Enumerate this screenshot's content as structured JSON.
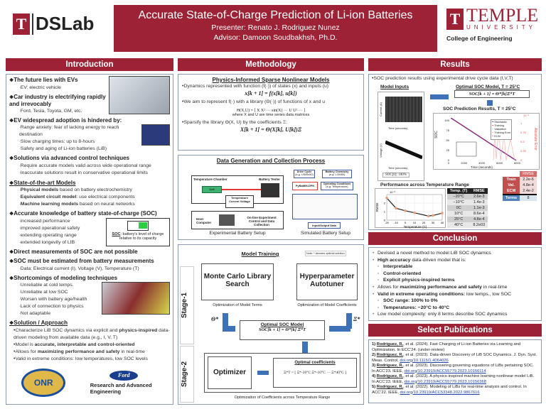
{
  "header": {
    "title": "Accurate State-of-Charge Prediction of Li-ion Batteries",
    "presenter": "Presenter: Renato J. Rodriguez Nunez",
    "advisor": "Advisor: Damoon Soudbakhsh, Ph.D.",
    "lab_logo": "DSLab",
    "university": "TEMPLE",
    "university_sub": "UNIVERSITY",
    "college": "College of Engineering",
    "brand_color": "#9d2235"
  },
  "sections": {
    "intro": "Introduction",
    "method": "Methodology",
    "results": "Results",
    "conclusion": "Conclusion",
    "pubs": "Select Publications"
  },
  "intro": {
    "h1": "The future lies with EVs",
    "h1_items": [
      "EV: electric vehicle"
    ],
    "h2": "Car industry is electrifying rapidly and irrevocably",
    "h2_items": [
      "Ford, Tesla, Toyota, GM, etc."
    ],
    "h3": "EV widespread adoption is hindered by:",
    "h3_items": [
      "Range anxiety: fear of lacking energy to reach destination",
      "Slow charging times: up to 8-hours",
      "Safety and aging of Li-ion batteries (LiB)"
    ],
    "h4": "Solutions via advanced control techniques",
    "h4_items": [
      "Require accurate models valid across wide operational range",
      "Inaccurate solutions result in conservative operational limits"
    ],
    "h5": "State-of-the-art Models",
    "h5_items": [
      {
        "b": "Physical models",
        "t": " based on battery electrochemistry"
      },
      {
        "b": "Equivalent circuit model",
        "t": ": use electrical components"
      },
      {
        "b": "Machine learning models",
        "t": " based on neural networks"
      }
    ],
    "h6": "Accurate knowledge of battery state-of-charge (SOC)",
    "h6_items": [
      "increased performance",
      "improved operational safety",
      "extending operating range",
      "extended longevity of LIB"
    ],
    "soc_def_b": "SOC",
    "soc_def": ": battery's level of charge relative to its capacity",
    "h7": "Direct measurements of SOC are not possible",
    "h8": "SOC must be estimated from battery measurements",
    "h8_items": [
      "Data: Electrical current (I), Voltage (V), Temperature (T)"
    ],
    "h9": "Shortcomings of modeling techniques",
    "h9_items": [
      "Unreliable at cold temps.",
      "Unreliable at low SOC",
      "Worsen with battery age/health",
      "Lack of connection to physics",
      "Not adaptable"
    ],
    "h10": "Solution / Approach",
    "h10_items": [
      {
        "t": "Characterize LiB SOC dynamics via explicit and ",
        "b": "physics-inspired",
        "t2": " data-driven modeling from available data (e.g., I, V, T)"
      },
      {
        "t": "Model is ",
        "b": "accurate, interpretable and control-oriented",
        "t2": ""
      },
      {
        "t": "Allows for ",
        "b": "maximizing performance and safety",
        "t2": " in real-time"
      },
      {
        "t": "Valid in extreme conditions: low temperatures, low SOC levels",
        "b": "",
        "t2": ""
      }
    ],
    "onr": "ONR",
    "ford": "Ford",
    "ford_sub": "Research and Advanced Engineering"
  },
  "method": {
    "pisn_title": "Physics-Informed Sparse Nonlinear Models",
    "b1": "Dynamics represented with function (f(·)) of states (x) and inputs (u)",
    "eq1": "x[k + 1] = f(x[k], u[k])",
    "b2": "We aim to represent f(·) with a library (Θ(·)) of functions of x and u",
    "eq2": "Θ(X,U) = [ X   X²   ···   sin(X)   ···   U   U²   ··· ]",
    "eq2_note": "where X and U are time series data matrices",
    "b3": "Sparsify the library Θ(X, U) by the coefficients Ξ:",
    "eq3": "X[k + 1] = Θ(X[k], U[k])Ξ",
    "data_title": "Data Generation and Collection Process",
    "exp": {
      "chamber": "Temperature Chamber",
      "tester": "Battery Tester",
      "cell": "Cell",
      "tcv": "Temperature Current Voltage",
      "host": "Host Computer",
      "online": "On-line Experiment Control and Data Collection",
      "caption": "Experimental Battery Setup"
    },
    "sim": {
      "drive": "Drive Cycle",
      "drive_sub": "(e.g. US06x50)",
      "chem": "Battery Chemistry",
      "chem_sub": "(e.g. LGM50)",
      "pybamm": "PyBaMM-DFN",
      "ops": "Operating Conditions",
      "ops_sub": "(e.g. Temperature)",
      "io": "Input/Output Data",
      "caption": "Simulated Battery Setup"
    },
    "train_title": "Model Training",
    "note": "Note: * denotes optimal solution",
    "stage1": "Stage-1",
    "stage2": "Stage-2",
    "mc": "Monte Carlo Library Search",
    "mc_cap": "Optimization of Model Terms",
    "hp": "Hyperparameter Autotuner",
    "hp_cap": "Optimization of Model Coefficients",
    "theta": "Θ*",
    "xi": "Ξ*",
    "opt_model": "Optimal SOC Model",
    "opt_eq": "SOC[k + 1] = Θ*[k] Ξ*T",
    "optimizer": "Optimizer",
    "opt_coef": "Optimal coefficients",
    "opt_coef_eq": "Ξ*T = [ Ξ*-20°C   Ξ*-10°C   ···   Ξ*40°C ]",
    "stage2_cap": "Optimization of Coefficients across Temperature Range"
  },
  "results": {
    "b1": "SOC prediction results using experimental drive cycle data (I,V,T)",
    "inputs": "Model Inputs",
    "current_label": "Current (A)",
    "voltage_label": "Voltage (V)",
    "time_label": "Time (seconds)",
    "soc0": "SOC[0]: 100%",
    "opt_title": "Optimal SOC Model, T = 25°C",
    "opt_eq": "SOC[k + 1] = Θ*[k]Ξ*T",
    "pred_title": "SOC Prediction Results, T = 25°C",
    "pred_ylabel": "SOC",
    "pred_y2label": "Absolute Error",
    "pred_y2exp": "10⁻³",
    "pred_yticks": [
      "100",
      "75",
      "50",
      "25",
      "0"
    ],
    "pred_y2ticks": [
      "1",
      "0.75",
      "0.5",
      "0.25",
      "0"
    ],
    "pred_xticks": [
      "0",
      "2000",
      "4000",
      "6000",
      "8000"
    ],
    "legend": [
      {
        "name": "Stochastic",
        "color": "#1a237e"
      },
      {
        "name": "Training",
        "color": "#e53935"
      },
      {
        "name": "Validation",
        "color": "#333333"
      },
      {
        "name": "Training Error",
        "color": "#f4a6a6"
      },
      {
        "name": "ECM",
        "color": "#d04fc0"
      }
    ],
    "rmse_table": {
      "header": "RMSE",
      "rows": [
        [
          "Train",
          "2.2e-6"
        ],
        [
          "Val.",
          "4.8e-4"
        ],
        [
          "ECM",
          "2.4e-2"
        ]
      ],
      "terms_label": "Terms",
      "terms": "8"
    },
    "perf_title": "Performance across Temperature Range",
    "temp_table": {
      "headers": [
        "Temp. (T)",
        "RMSE"
      ],
      "rows": [
        [
          "−20°C",
          "2.6e-3"
        ],
        [
          "−10°C",
          "1.4e-3"
        ],
        [
          "0C",
          "1.1e-3"
        ],
        [
          "10°C",
          "8.6e-4"
        ],
        [
          "25°C",
          "4.8e-4"
        ],
        [
          "40°C",
          "8.2e03"
        ]
      ]
    }
  },
  "chart_data": {
    "type": "line",
    "xlabel": "Temperature (C)",
    "ylabel": "RMSE",
    "y_exponent": "10⁻³",
    "x": [
      -20,
      -10,
      0,
      10,
      25,
      30,
      40
    ],
    "values": [
      2.6,
      1.4,
      1.1,
      0.86,
      0.48,
      0.55,
      0.82
    ],
    "xlim": [
      -20,
      40
    ],
    "ylim": [
      0,
      3
    ],
    "xticks": [
      "-20",
      "-10",
      "0",
      "10",
      "20",
      "30",
      "40"
    ],
    "yticks": [
      "0",
      "1",
      "2"
    ],
    "grid": true,
    "line_color": "#222222",
    "marker_color": "#e8a07a"
  },
  "conclusion": {
    "items": [
      {
        "t": "Devised a novel method to model LiB SOC dynamics",
        "lvl": 1
      },
      {
        "b": "High accuracy",
        "t": " data-driven model that is:",
        "lvl": 1
      },
      {
        "b": "Interpretable",
        "lvl": 2
      },
      {
        "b": "Control-oriented",
        "lvl": 2
      },
      {
        "b": "Explicit physics-inspired terms",
        "lvl": 2
      },
      {
        "t": "Allows for ",
        "b": "maximizing performance and safety",
        "t2": " in real-time",
        "lvl": 1
      },
      {
        "b": "Valid in extreme operating conditions:",
        "t": " low temps., low SOC",
        "lvl": 1
      },
      {
        "b": "SOC range: 100% to 0%",
        "lvl": 2
      },
      {
        "b": "Temperatures: −20°C to 40°C",
        "lvl": 2
      },
      {
        "t": "Low model complexity: only 8 terms describe SOC dynamics",
        "lvl": 1
      }
    ]
  },
  "pubs": [
    {
      "n": "1)",
      "a": "Rodriguez, R.",
      "t": ", et al. (2024). Fast Charging of Li-ion Batteries via Learning and Optimization. In ECC'24. (under-review)",
      "doi": ""
    },
    {
      "n": "2)",
      "a": "Rodriguez, R.",
      "t": ", et al. (2023). Data-driven Discovery of LiB SOC Dynamics. J. Dyn. Syst. Meas. Control, ",
      "doi": "doi.org/10.1115/1.4064026"
    },
    {
      "n": "3)",
      "a": "Rodriguez, R.",
      "t": ", et al. (2023). Discovering governing equations of LiBs pertaining SOC. In ACC'23. IEEE, ",
      "doi": "doi.org/10.23919/ACC55779.2023.10156114"
    },
    {
      "n": "4)",
      "a": "Rodriguez, R.",
      "t": ", et al. (2023). A physics-inspired machine learning nonlinear model LiB. In ACC'23. IEEE, ",
      "doi": "doi.org/10.23919/ACC55779.2023.10156368"
    },
    {
      "n": "5)",
      "a": "Rodriguez, R.",
      "t": ", et al. (2022). Modeling of LiBs for real-time analysis and control. In ACC'22. IEEE, ",
      "doi": "doi.org/10.23919/ACC53348.2022.9867616"
    }
  ]
}
